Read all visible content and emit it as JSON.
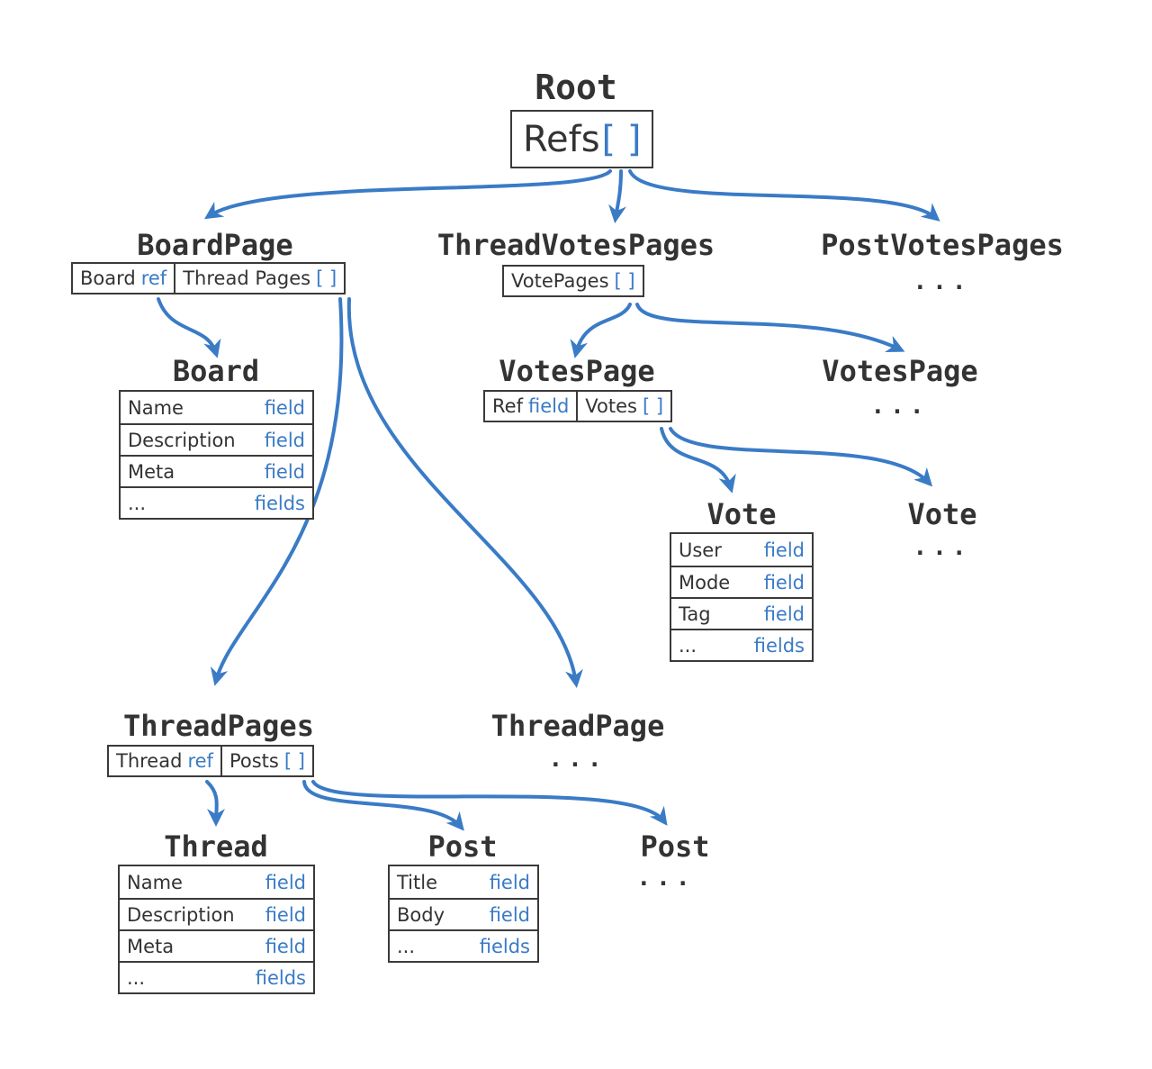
{
  "nodes": {
    "root": {
      "title": "Root",
      "cells": [
        {
          "label": "Refs",
          "kw": "[ ]"
        }
      ]
    },
    "board_page": {
      "title": "BoardPage",
      "cells": [
        {
          "label": "Board",
          "kw": "ref"
        },
        {
          "label": "Thread Pages",
          "kw": "[ ]"
        }
      ]
    },
    "thread_votes_pages": {
      "title": "ThreadVotesPages",
      "cells": [
        {
          "label": "VotePages",
          "kw": "[ ]"
        }
      ]
    },
    "post_votes_pages": {
      "title": "PostVotesPages",
      "ellipsis": "..."
    },
    "board": {
      "title": "Board",
      "rows": [
        {
          "key": "Name",
          "type": "field"
        },
        {
          "key": "Description",
          "type": "field"
        },
        {
          "key": "Meta",
          "type": "field"
        },
        {
          "key": "...",
          "type": "fields"
        }
      ]
    },
    "votes_page": {
      "title": "VotesPage",
      "cells": [
        {
          "label": "Ref",
          "kw": "field"
        },
        {
          "label": "Votes",
          "kw": "[ ]"
        }
      ]
    },
    "votes_page_more": {
      "title": "VotesPage",
      "ellipsis": "..."
    },
    "vote": {
      "title": "Vote",
      "rows": [
        {
          "key": "User",
          "type": "field"
        },
        {
          "key": "Mode",
          "type": "field"
        },
        {
          "key": "Tag",
          "type": "field"
        },
        {
          "key": "...",
          "type": "fields"
        }
      ]
    },
    "vote_more": {
      "title": "Vote",
      "ellipsis": "..."
    },
    "thread_pages": {
      "title": "ThreadPages",
      "cells": [
        {
          "label": "Thread",
          "kw": "ref"
        },
        {
          "label": "Posts",
          "kw": "[ ]"
        }
      ]
    },
    "thread_page_more": {
      "title": "ThreadPage",
      "ellipsis": "..."
    },
    "thread": {
      "title": "Thread",
      "rows": [
        {
          "key": "Name",
          "type": "field"
        },
        {
          "key": "Description",
          "type": "field"
        },
        {
          "key": "Meta",
          "type": "field"
        },
        {
          "key": "...",
          "type": "fields"
        }
      ]
    },
    "post": {
      "title": "Post",
      "rows": [
        {
          "key": "Title",
          "type": "field"
        },
        {
          "key": "Body",
          "type": "field"
        },
        {
          "key": "...",
          "type": "fields"
        }
      ]
    },
    "post_more": {
      "title": "Post",
      "ellipsis": "..."
    }
  },
  "colors": {
    "accent": "#3a7bc6",
    "text": "#333333",
    "border": "#3a3a3a"
  }
}
